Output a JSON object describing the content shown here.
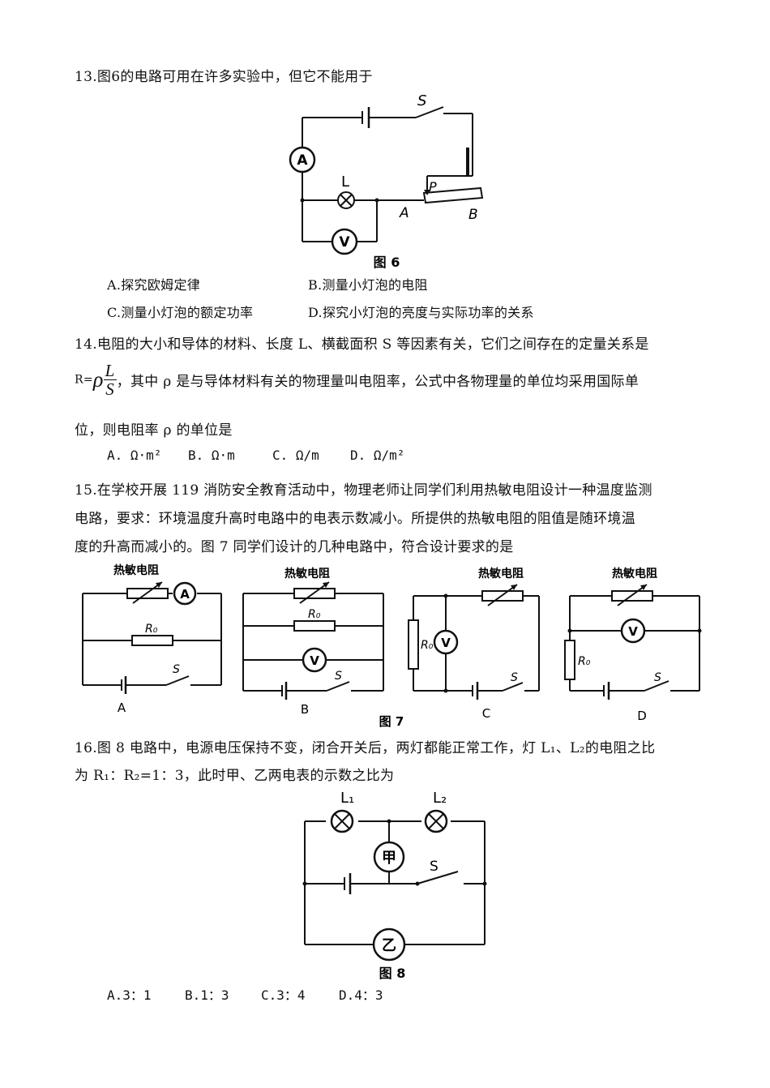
{
  "q13": {
    "stem": "13.图6的电路可用在许多实验中，但它不能用于",
    "figure": {
      "caption": "图 6",
      "labels": {
        "switch": "S",
        "lamp": "L",
        "ammeter": "A",
        "voltmeter": "V",
        "slider": "P",
        "end_a": "A",
        "end_b": "B"
      }
    },
    "options": [
      "A.探究欧姆定律",
      "B.测量小灯泡的电阻",
      "C.测量小灯泡的额定功率",
      "D.探究小灯泡的亮度与实际功率的关系"
    ]
  },
  "q14": {
    "stem1": "14.电阻的大小和导体的材料、长度 L、横截面积 S 等因素有关，它们之间存在的定量关系是",
    "formula_lhs": "R=",
    "formula_rho": "ρ",
    "formula_num": "L",
    "formula_den": "S",
    "stem2": "，其中 ρ 是与导体材料有关的物理量叫电阻率，公式中各物理量的单位均采用国际单",
    "stem3": "位，则电阻率 ρ 的单位是",
    "options": [
      "A. Ω·m²",
      "B. Ω·m",
      "C. Ω/m",
      "D. Ω/m²"
    ]
  },
  "q15": {
    "stem1": "15.在学校开展 119 消防安全教育活动中，物理老师让同学们利用热敏电阻设计一种温度监测",
    "stem2": "电路，要求：环境温度升高时电路中的电表示数减小。所提供的热敏电阻的阻值是随环境温",
    "stem3": "度的升高而减小的。图 7 同学们设计的几种电路中，符合设计要求的是",
    "figure": {
      "caption": "图 7",
      "thermistor": "热敏电阻",
      "r0": "R₀",
      "switch": "S",
      "ammeter": "A",
      "voltmeter": "V",
      "sub_labels": [
        "A",
        "B",
        "C",
        "D"
      ]
    }
  },
  "q16": {
    "stem1": "16.图 8 电路中，电源电压保持不变，闭合开关后，两灯都能正常工作，灯 L₁、L₂的电阻之比",
    "stem2": "为 R₁：R₂=1：3，此时甲、乙两电表的示数之比为",
    "figure": {
      "caption": "图 8",
      "l1": "L₁",
      "l2": "L₂",
      "meter1": "甲",
      "meter2": "乙",
      "switch": "S"
    },
    "options": [
      "A.3：1",
      "B.1：3",
      "C.3：4",
      "D.4：3"
    ]
  }
}
